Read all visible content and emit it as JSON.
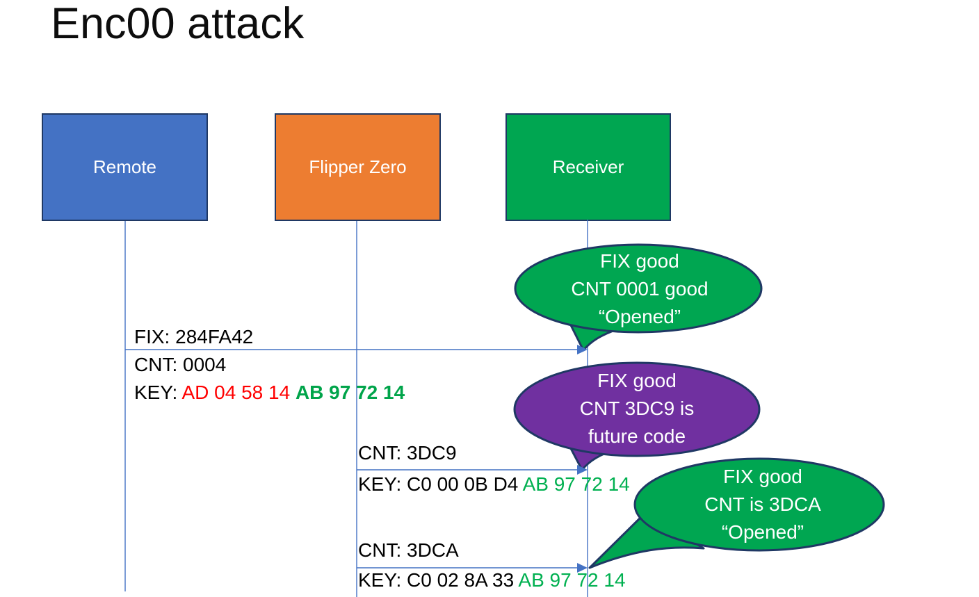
{
  "title": "Enc00 attack",
  "actors": [
    {
      "id": "remote",
      "label": "Remote",
      "fill": "#4472C4"
    },
    {
      "id": "flipper-zero",
      "label": "Flipper Zero",
      "fill": "#ED7D31"
    },
    {
      "id": "receiver",
      "label": "Receiver",
      "fill": "#00A651"
    }
  ],
  "messages": {
    "msg1": {
      "fix": "FIX: 284FA42",
      "cnt": "CNT: 0004",
      "key_prefix": "KEY: ",
      "key_changing_red": "AD 04 58 14 ",
      "key_fixed_green": "AB 97 72 14"
    },
    "msg2": {
      "cnt": "CNT: 3DC9",
      "key_prefix": "KEY: C0 00 0B D4 ",
      "key_fixed_green": "AB 97 72 14"
    },
    "msg3": {
      "cnt": "CNT: 3DCA",
      "key_prefix": "KEY: C0 02 8A 33 ",
      "key_fixed_green": "AB 97 72 14"
    }
  },
  "callouts": [
    {
      "fill": "#00A651",
      "lines": [
        "FIX good",
        "CNT 0001 good",
        "“Opened”"
      ]
    },
    {
      "fill": "#7030A0",
      "lines": [
        "FIX good",
        "CNT 3DC9 is",
        "future code"
      ]
    },
    {
      "fill": "#00A651",
      "lines": [
        "FIX good",
        "CNT is 3DCA",
        "“Opened”"
      ]
    }
  ],
  "colors": {
    "connector_blue": "#4472C4",
    "outline_navy": "#1F3864",
    "key_red": "#FF0000",
    "key_green": "#00B050",
    "key_green_bold": "#00A44A",
    "actor_text": "#FFFFFF",
    "callout_text": "#FFFFFF",
    "message_text": "#000000",
    "title_text": "#0D0D0D"
  }
}
